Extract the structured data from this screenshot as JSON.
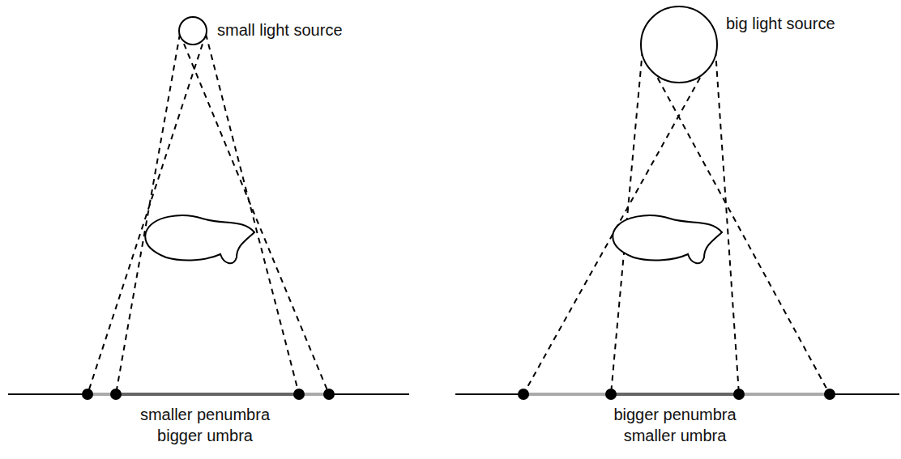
{
  "diagram": {
    "labels": [
      "small light source",
      "smaller penumbra",
      "bigger umbra",
      "big light source",
      "bigger penumbra",
      "smaller umbra"
    ]
  }
}
